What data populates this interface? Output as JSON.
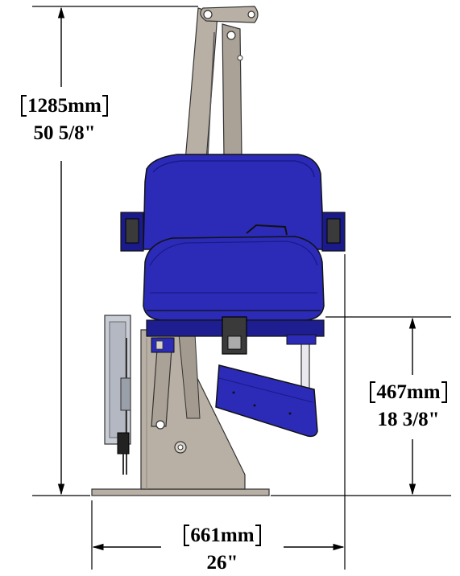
{
  "dimensions": {
    "height": {
      "metric": "1285mm",
      "imperial": "50 5/8\""
    },
    "seat_height": {
      "metric": "467mm",
      "imperial": "18 3/8\""
    },
    "width": {
      "metric": "661mm",
      "imperial": "26\""
    }
  },
  "colors": {
    "seat_blue": "#2b2bb8",
    "seat_blue_dark": "#1a1a8a",
    "frame_tan": "#b8b0a4",
    "frame_dark": "#8f877c",
    "line": "#000000"
  }
}
